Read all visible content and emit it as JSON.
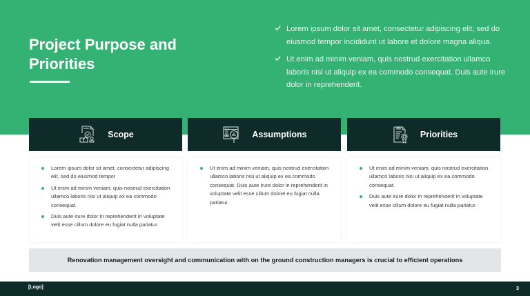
{
  "slide": {
    "title": "Project Purpose and Priorities",
    "colors": {
      "accent_green": "#34b274",
      "dark_teal": "#0e2b29",
      "banner_gray": "#e3e5e9"
    }
  },
  "hero_points": [
    {
      "icon": "check-icon",
      "text": "Lorem ipsum dolor sit amet, consectetur adipiscing elit, sed do eiusmod tempor incididunt ut labore et dolore magna aliqua."
    },
    {
      "icon": "check-icon",
      "text": "Ut enim ad minim veniam, quis nostrud exercitation ullamco laboris nisi ut aliquip ex ea commodo consequat. Duis aute irure dolor in reprehenderit."
    }
  ],
  "columns": [
    {
      "label": "Scope",
      "icon": "scope-document-icon",
      "bullets": [
        "Lorem ipsum dolor sit amet, consectetur adipiscing elit, sed do eiusmod tempor",
        "Ut enim ad minim veniam, quis nostrud exercitation ullamco laboris nisi ut aliquip ex ea commodo consequat.",
        "Duis aute irure dolor in reprehenderit in voluptate velit esse cillum dolore eu fugiat nulla pariatur."
      ]
    },
    {
      "label": "Assumptions",
      "icon": "analysis-magnifier-icon",
      "bullets": [
        "Ut enim ad minim veniam, quis nostrud exercitation ullamco laboris nisi ut aliquip ex ea commodo consequat. Duis aute irure dolor in reprehenderit in voluptate velit esse cillum dolore eu fugiat nulla pariatur."
      ]
    },
    {
      "label": "Priorities",
      "icon": "certificate-document-icon",
      "bullets": [
        "Ut enim ad minim veniam, quis nostrud exercitation ullamco laboris nisi ut aliquip ex ea commodo consequat.",
        "Duis aute irure dolor in reprehenderit in voluptate velit esse cillum dolore eu fugiat nulla pariatur."
      ]
    }
  ],
  "banner": {
    "text": "Renovation management oversight and communication with on the ground construction managers is crucial to efficient operations"
  },
  "footer": {
    "logo": "[Logo]",
    "page_number": "3"
  }
}
